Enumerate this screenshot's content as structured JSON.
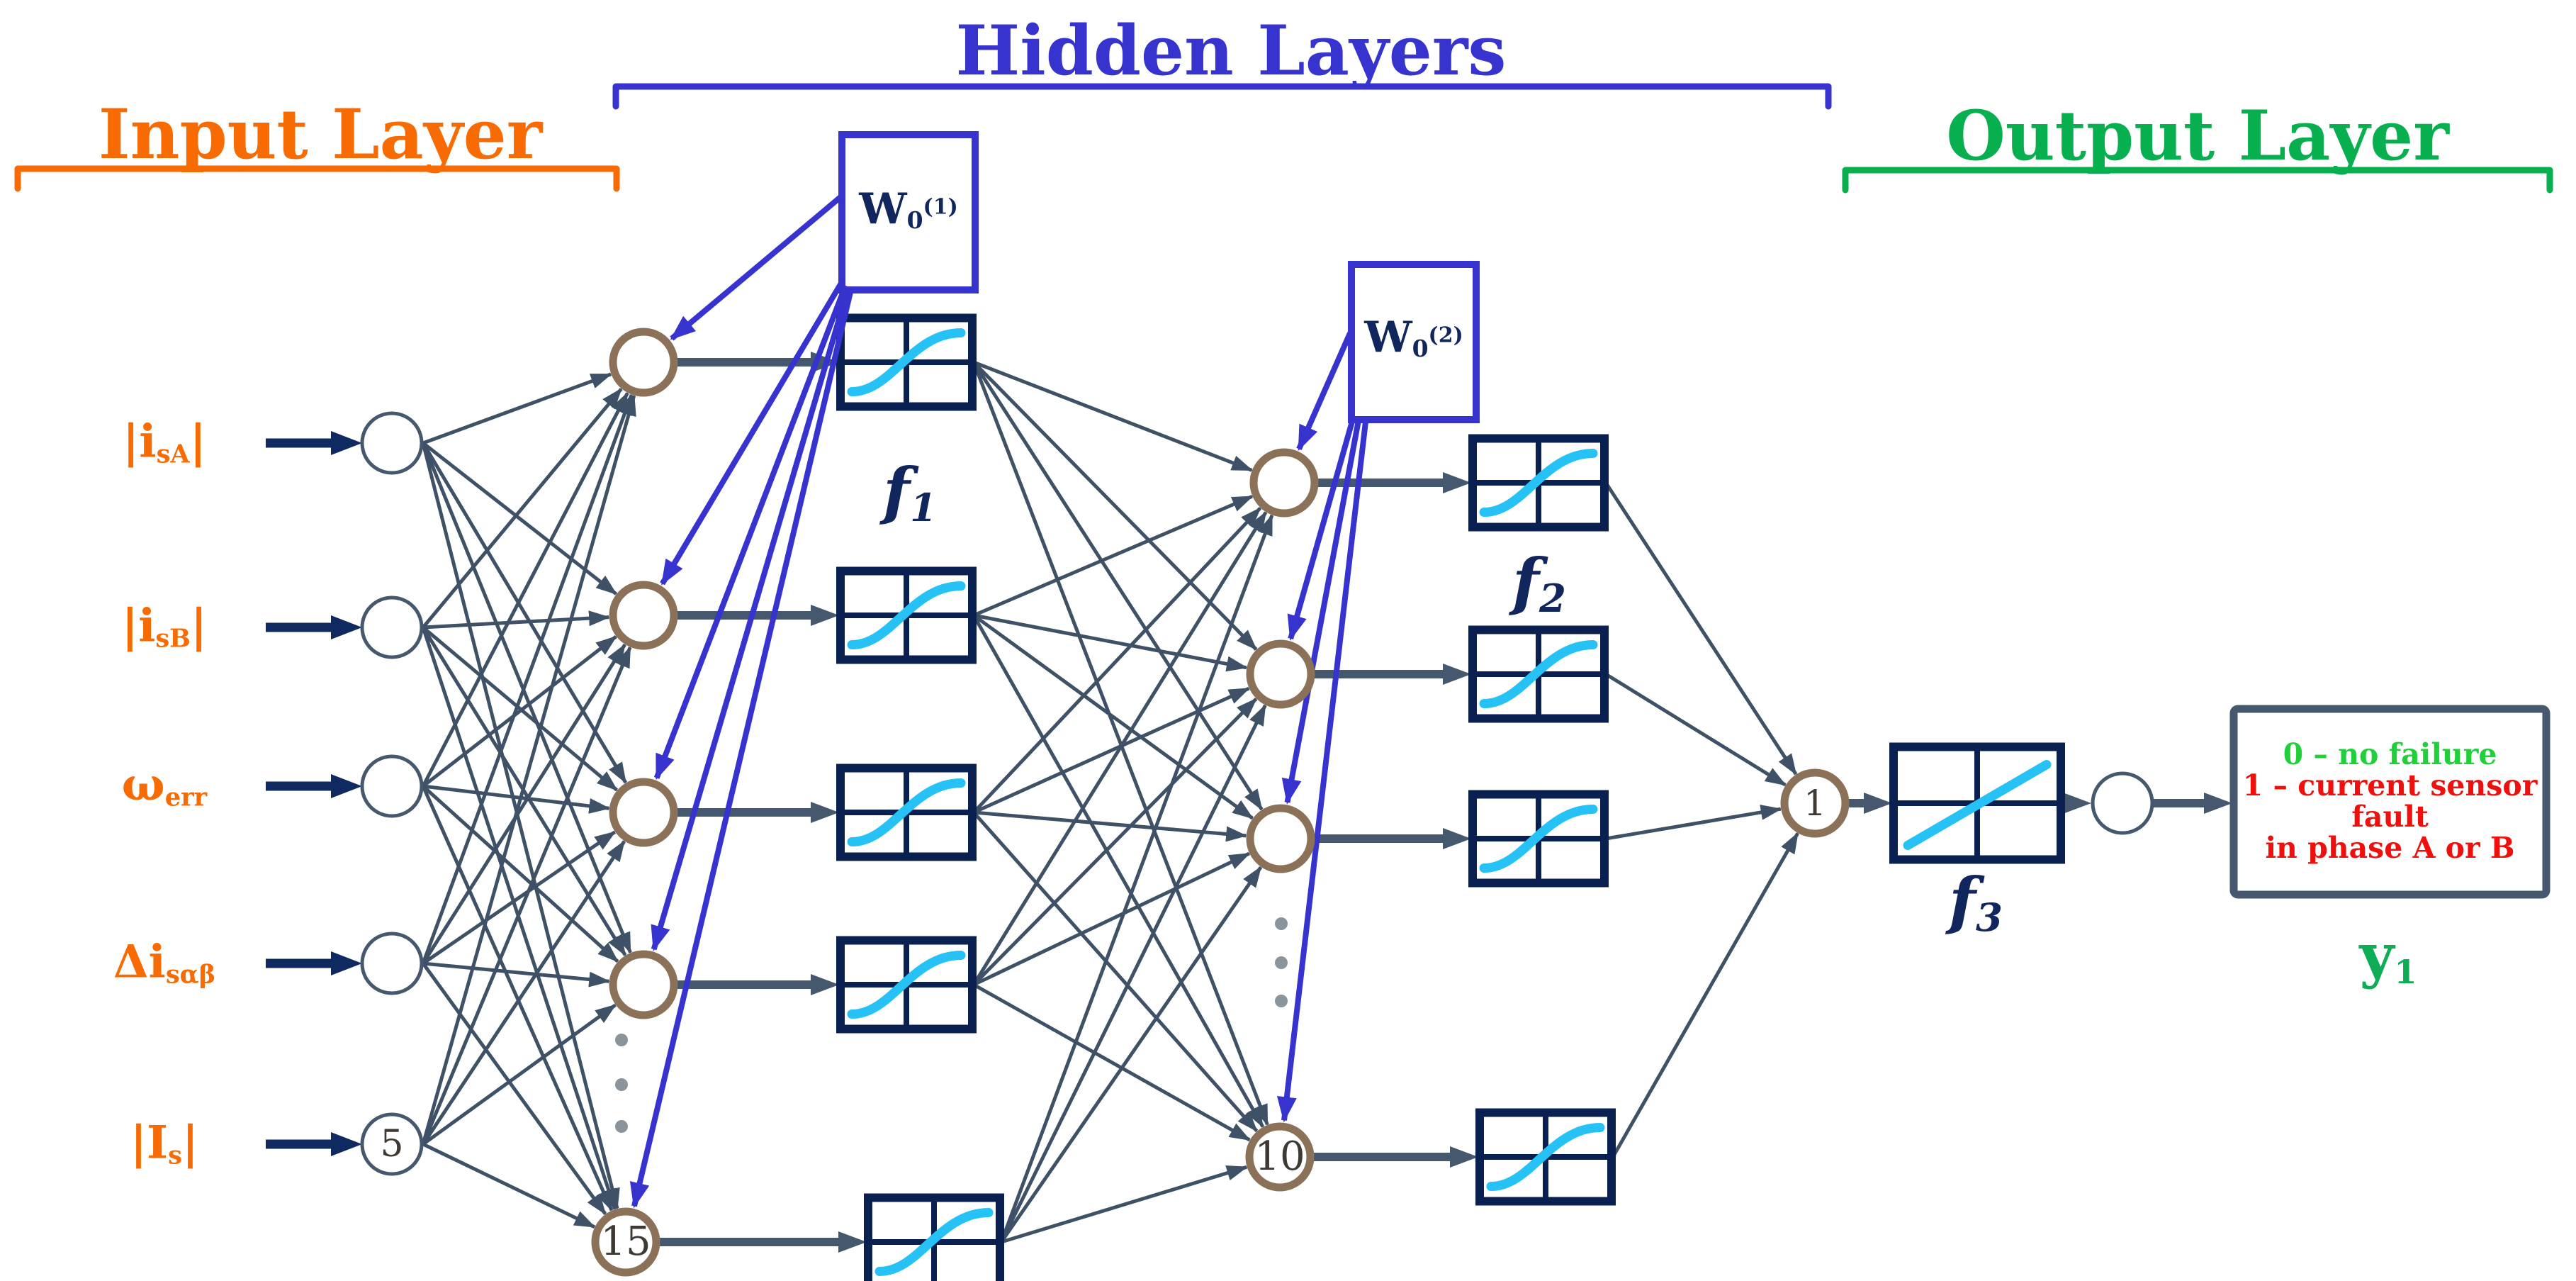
{
  "titles": {
    "input": {
      "text": "Input Layer",
      "color": "#F86A02"
    },
    "hidden": {
      "text": "Hidden Layers",
      "color": "#3733CE"
    },
    "output": {
      "text": "Output Layer",
      "color": "#07AF4F"
    }
  },
  "inputs": [
    {
      "pre": "|",
      "base": "i",
      "sub": "sA",
      "post": "|"
    },
    {
      "pre": "|",
      "base": "i",
      "sub": "sB",
      "post": "|"
    },
    {
      "pre": "",
      "base": "ω",
      "sub": "err",
      "post": ""
    },
    {
      "pre": "",
      "base": "Δi",
      "sub": "sαβ",
      "post": ""
    },
    {
      "pre": "|",
      "base": "I",
      "sub": "s",
      "post": "|"
    }
  ],
  "weights": [
    {
      "base": "W",
      "sub": "0",
      "sup": "(1)"
    },
    {
      "base": "W",
      "sub": "0",
      "sup": "(2)"
    }
  ],
  "activations": [
    {
      "base": "f",
      "sub": "1"
    },
    {
      "base": "f",
      "sub": "2"
    },
    {
      "base": "f",
      "sub": "3"
    }
  ],
  "node_labels": {
    "input_last": "5",
    "hidden1_last": "15",
    "hidden2_last": "10",
    "output": "1"
  },
  "output_box": {
    "line1": {
      "text": "0 – no failure",
      "color": "#1FD039"
    },
    "line2": {
      "text": "1 – current sensor fault",
      "color": "#EF100E"
    },
    "line3": {
      "text": "in phase A or B",
      "color": "#EF100E"
    }
  },
  "output_label": {
    "base": "y",
    "sub": "1",
    "color": "#0CAD55"
  },
  "colors": {
    "orange": "#F86A02",
    "blue": "#3733CE",
    "green": "#07AF4F",
    "slate": "#46586E",
    "line": "#3E5166",
    "navy": "#0E2A60",
    "box_navy": "#0A2050",
    "brown": "#8B7158",
    "cyan": "#27C2F5",
    "dot_gray": "#8A949C",
    "node_text": "#3E3933",
    "label_navy": "#12265E"
  }
}
